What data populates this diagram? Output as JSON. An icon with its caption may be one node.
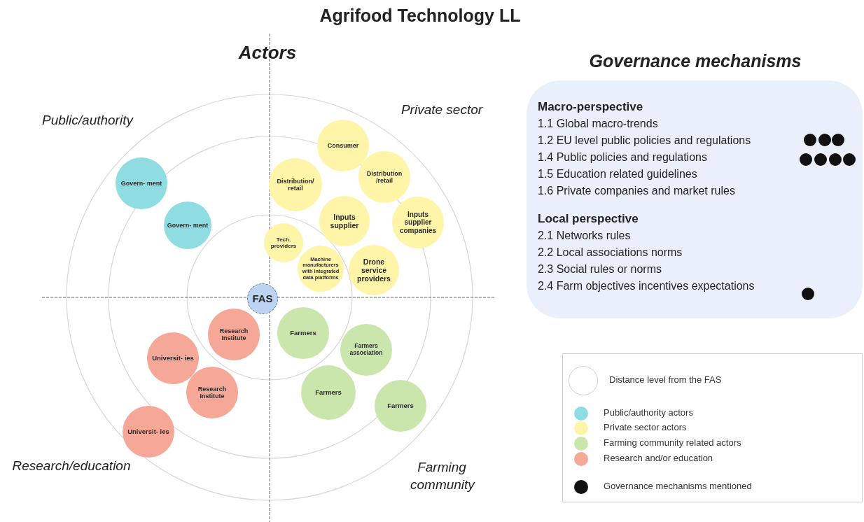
{
  "diagram": {
    "title": "Agrifood Technology LL",
    "nodes": [
      {
        "text": [
          "Govern- ment"
        ]
      },
      {
        "text": [
          "Govern- ment"
        ]
      },
      {
        "text": [
          "Consumer"
        ]
      },
      {
        "text": [
          "Distribution/ retail"
        ]
      },
      {
        "text": [
          "Distribution /retail"
        ]
      },
      {
        "text": [
          "Inputs supplier"
        ]
      },
      {
        "text": [
          "Inputs supplier companies"
        ]
      },
      {
        "text": [
          "Tech. providers"
        ]
      },
      {
        "text": [
          "Machine manufacturers with integrated data platforms"
        ]
      },
      {
        "text": [
          "Drone service providers"
        ]
      },
      {
        "text": [
          "FAS"
        ]
      },
      {
        "text": [
          "Research Institute"
        ]
      },
      {
        "text": [
          "Farmers"
        ]
      },
      {
        "text": [
          "Farmers association"
        ]
      },
      {
        "text": [
          "Universit- ies"
        ]
      },
      {
        "text": [
          "Research Institute"
        ]
      },
      {
        "text": [
          "Farmers"
        ]
      },
      {
        "text": [
          "Farmers"
        ]
      },
      {
        "text": [
          "Universit- ies"
        ]
      },
      {
        "text": [
          "Macro-perspective",
          "1.1 Global macro-trends",
          "1.2 EU level public policies and regulations",
          "1.4 Public policies and regulations",
          "1.5 Education related guidelines",
          "1.6 Private companies and market rules",
          "Local perspective",
          "2.1 Networks rules",
          "2.2 Local associations norms",
          "2.3 Social rules or norms",
          "2.4 Farm objectives incentives expectations"
        ]
      },
      {
        "text": [],
        "shape": "circle",
        "in": 19
      },
      {
        "text": [],
        "shape": "circle",
        "in": 19
      },
      {
        "text": [],
        "shape": "circle",
        "in": 19
      },
      {
        "text": [],
        "shape": "circle",
        "in": 19
      },
      {
        "text": [],
        "shape": "circle",
        "in": 19
      },
      {
        "text": [],
        "shape": "circle",
        "in": 19
      },
      {
        "text": [],
        "shape": "circle",
        "in": 19
      },
      {
        "text": [],
        "shape": "circle",
        "in": 19
      }
    ],
    "labels": [
      "Actors",
      "Governance mechanisms",
      "Public/authority",
      "Private sector",
      "Research/education",
      "Farming community"
    ],
    "legend": [
      {
        "text": "Distance level from the FAS"
      },
      {
        "text": "Public/authority actors",
        "color": "#8fdde3"
      },
      {
        "text": "Private sector actors",
        "color": "#fff5a8"
      },
      {
        "text": "Farming community related actors",
        "color": "#cbe6ad"
      },
      {
        "text": "Research and/or education",
        "color": "#f5a898"
      },
      {
        "text": "Governance mechanisms mentioned",
        "color": "#111111"
      }
    ]
  }
}
